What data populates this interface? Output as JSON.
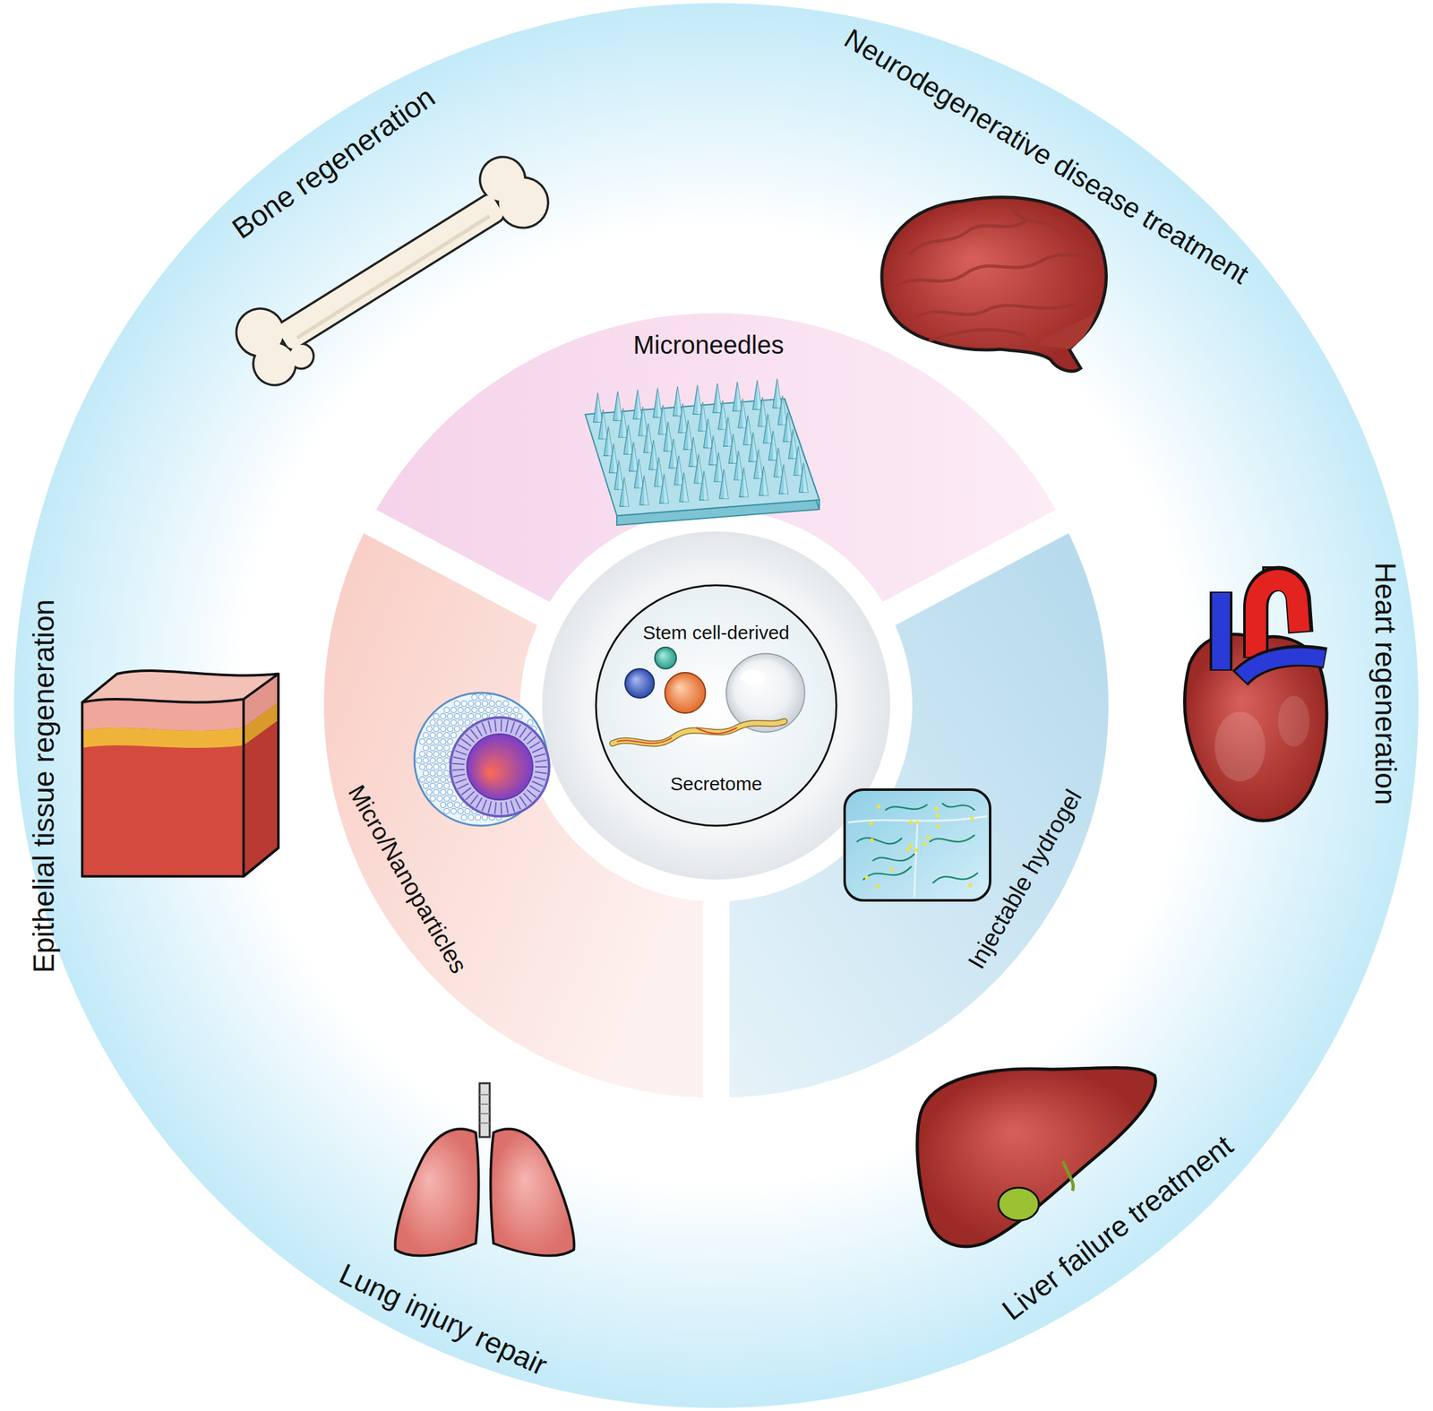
{
  "diagram": {
    "nodes": [
      {
        "text": [
          "Microneedles"
        ]
      },
      {
        "text": [
          "Micro/Nanoparticles"
        ]
      },
      {
        "text": [
          "Stem cell-derived",
          "Secretome"
        ]
      },
      {
        "text": [
          "Injectable hydrogel"
        ]
      }
    ],
    "labels": [
      "Bone regeneration",
      "Neurodegenerative disease treatment",
      "Heart regeneration",
      "Liver failure treatment",
      "Lung injury repair",
      "Epithelial tissue regeneration"
    ]
  }
}
